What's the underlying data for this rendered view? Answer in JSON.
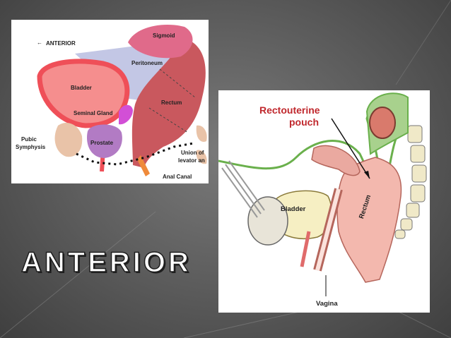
{
  "slide": {
    "title": "ANTERIOR"
  },
  "left_figure": {
    "anterior_arrow": "←",
    "labels": {
      "anterior": "ANTERIOR",
      "sigmoid": "Sigmoid",
      "peritoneum": "Peritoneum",
      "bladder": "Bladder",
      "rectum": "Rectum",
      "seminal_gland": "Seminal Gland",
      "pubic": "Pubic",
      "symphysis": "Symphysis",
      "prostate": "Prostate",
      "union_of": "Union of",
      "levator_an": "levator an",
      "anal_canal": "Anal Canal"
    }
  },
  "right_figure": {
    "labels": {
      "rectouterine": "Rectouterine",
      "pouch": "pouch",
      "bladder": "Bladder",
      "rectum": "Rectum",
      "vagina": "Vagina"
    }
  },
  "colors": {
    "bladder_male": "#f26b6b",
    "peritoneum": "#b9bde0",
    "sigmoid": "#e06a8a",
    "rectum_male": "#c9585e",
    "prostate": "#b27bc4",
    "seminal_gland": "#d24fd6",
    "bone": "#e9c3a8",
    "title_text": "#ffffff"
  }
}
